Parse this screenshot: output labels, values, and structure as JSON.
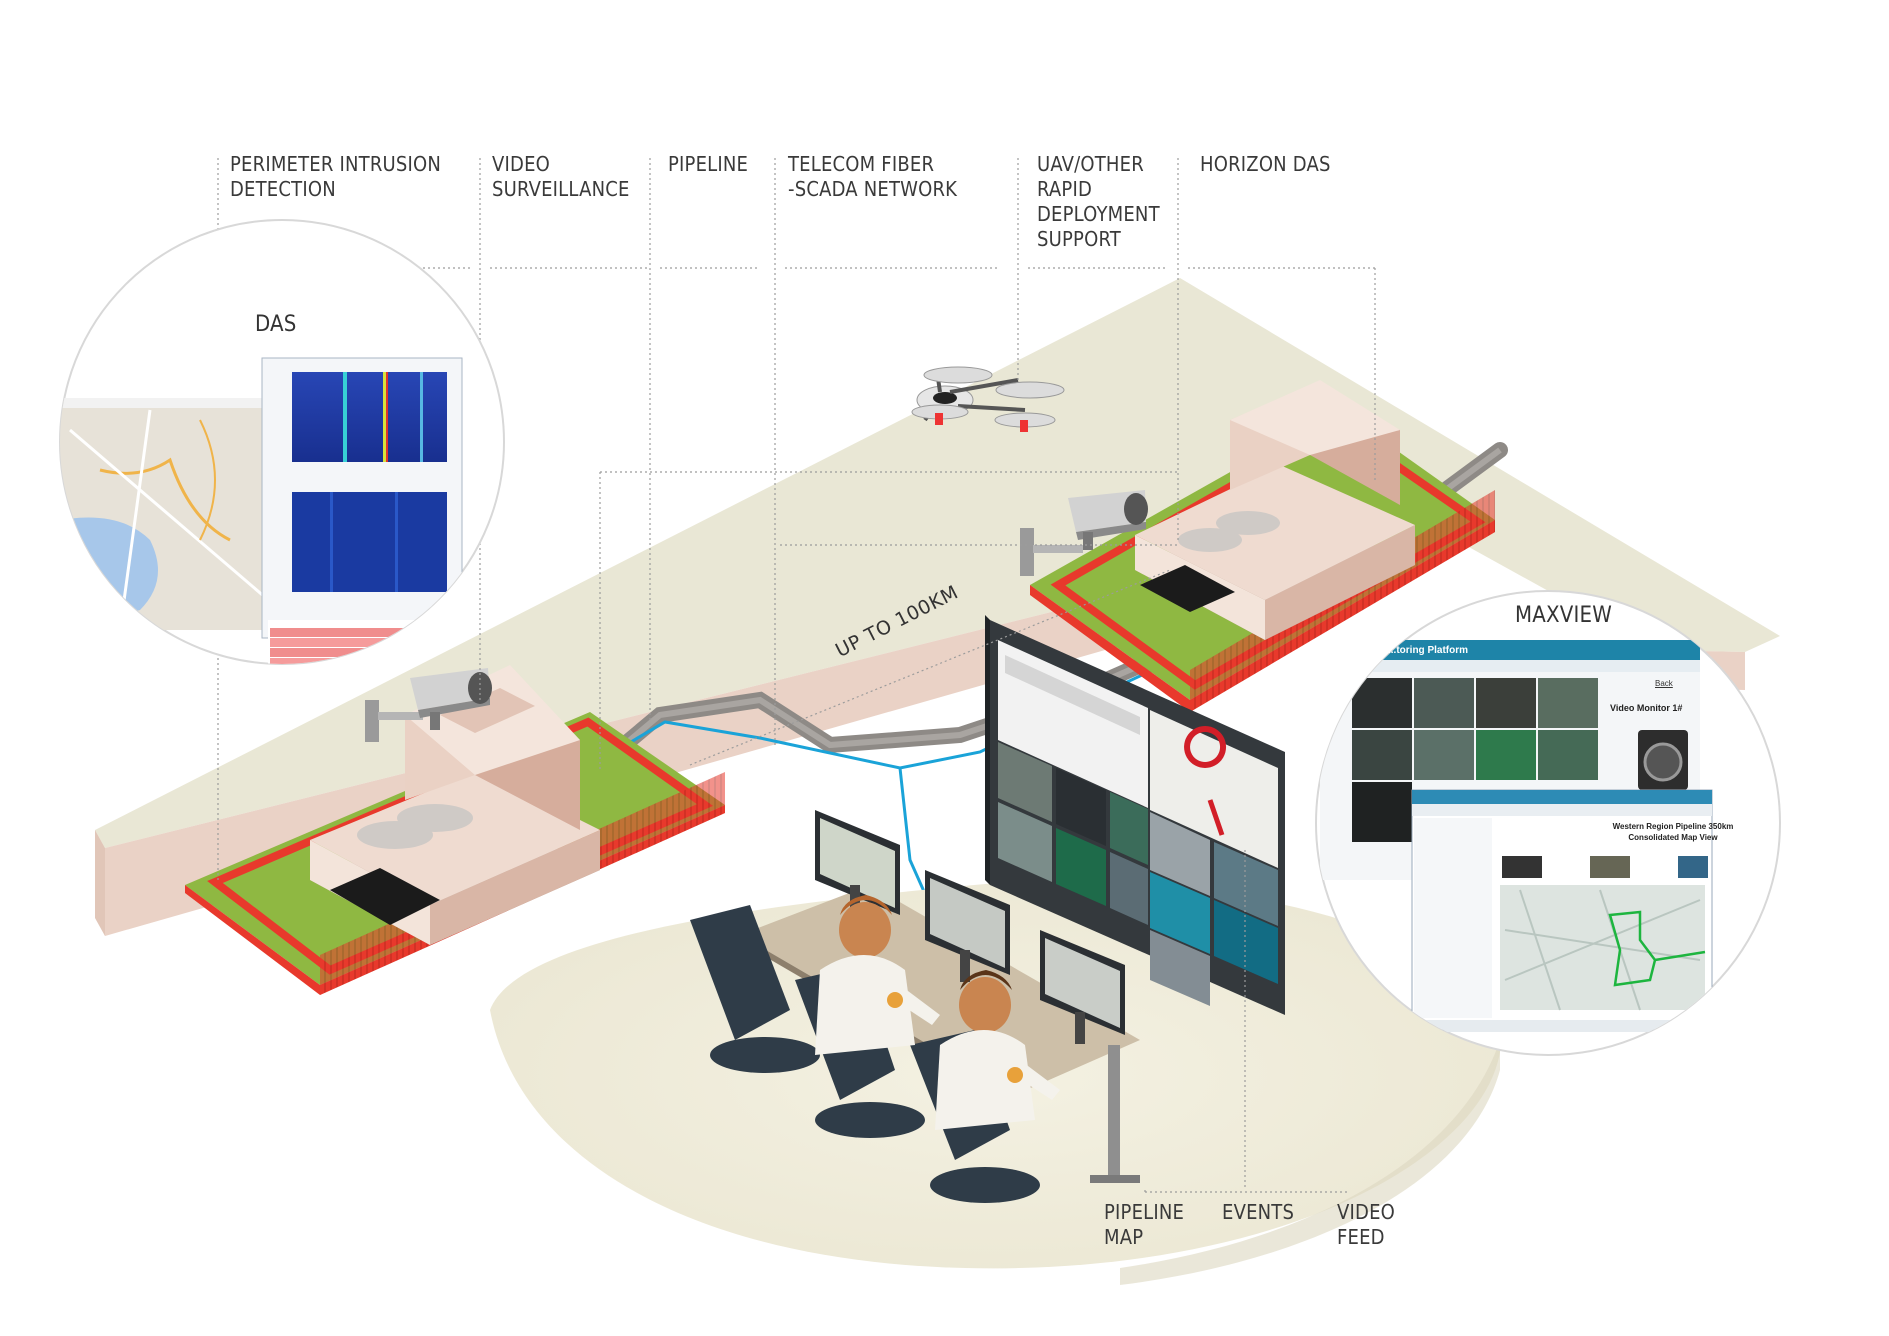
{
  "labels": {
    "perimeter": "PERIMETER INTRUSION\nDETECTION",
    "video_surveillance": "VIDEO\nSURVEILLANCE",
    "pipeline": "PIPELINE",
    "telecom": "TELECOM FIBER\n-SCADA NETWORK",
    "uav": "UAV/OTHER\nRAPID\nDEPLOYMENT\nSUPPORT",
    "horizon": "HORIZON DAS",
    "das": "DAS",
    "maxview": "MAXVIEW",
    "distance": "UP TO 100KM",
    "pipeline_map": "PIPELINE\nMAP",
    "events": "EVENTS",
    "video_feed": "VIDEO\nFEED"
  },
  "maxview_screens": {
    "platform_title": "...toring Platform",
    "video_monitor": "Video Monitor 1#",
    "back": "Back",
    "map_title": "Western Region Pipeline 350km",
    "map_subtitle": "Consolidated Map View"
  },
  "colors": {
    "ground": "#e8e6d3",
    "grass": "#8fb842",
    "fence": "#e8392c",
    "pipe": "#8e8a86",
    "fiber": "#1aa3d8",
    "building": "#e9cfc3",
    "spectrogram": "#1f3da6",
    "table_alert": "#f08d8d"
  }
}
